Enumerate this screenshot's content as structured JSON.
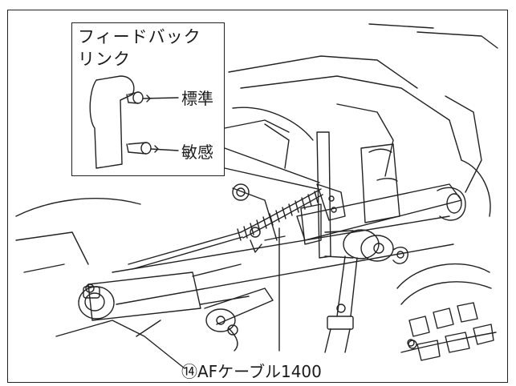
{
  "inset": {
    "title_line1": "フィードバック",
    "title_line2": "リンク",
    "label_standard": "標準",
    "label_sensitive": "敏感"
  },
  "callout": {
    "cable_label": "⑭AFケーブル1400"
  },
  "colors": {
    "line": "#222222",
    "background": "#ffffff"
  }
}
